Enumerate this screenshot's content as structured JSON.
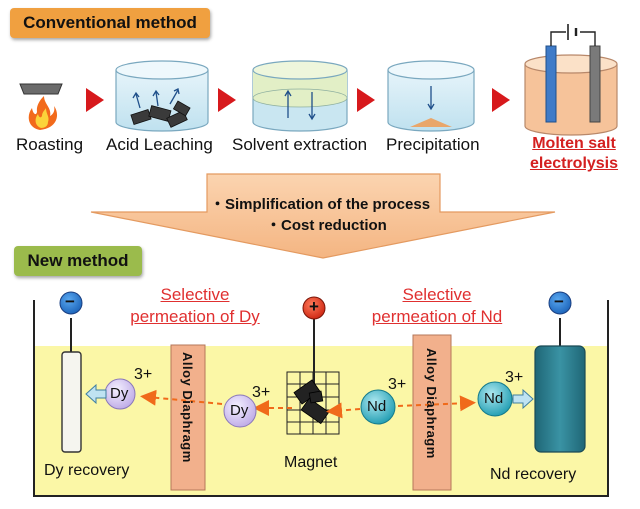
{
  "conventional": {
    "title": "Conventional method",
    "steps": [
      "Roasting",
      "Acid Leaching",
      "Solvent extraction",
      "Precipitation"
    ],
    "final_step": [
      "Molten salt",
      "electrolysis"
    ]
  },
  "benefits": [
    "・Simplification of the process",
    "・Cost reduction"
  ],
  "new_method": {
    "title": "New method",
    "selective_dy": [
      "Selective",
      "permeation of Dy"
    ],
    "selective_nd": [
      "Selective",
      "permeation of Nd"
    ],
    "diaphragm_label": "Alloy Diaphragm",
    "magnet_label": "Magnet",
    "dy_recovery": "Dy recovery",
    "nd_recovery": "Nd recovery",
    "ion_dy": "Dy",
    "ion_nd": "Nd",
    "charge": "3+",
    "minus": "−",
    "plus": "+"
  },
  "colors": {
    "badge_orange": "#f0a040",
    "badge_green": "#9bbb4c",
    "electrolyte": "#fbf7a6",
    "diaphragm": "#f2b08c",
    "cathode_blue": "#2a7ccd",
    "anode_red": "#e8321e",
    "arrow_red": "#d7191c",
    "dashed_arrow": "#f06a1a",
    "dy_ion": "#d9cdf2",
    "nd_ion": "#42b8c7",
    "nd_electrode": "#2e7f90"
  }
}
